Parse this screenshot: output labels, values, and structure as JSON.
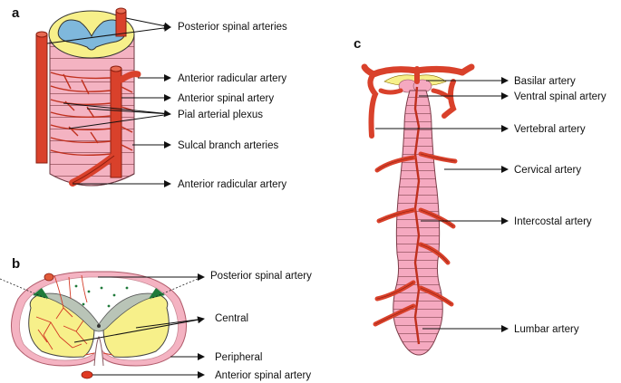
{
  "panels": {
    "a": {
      "letter": "a",
      "labels": {
        "posterior_spinal_arteries": "Posterior spinal arteries",
        "anterior_radicular_artery_top": "Anterior radicular artery",
        "anterior_spinal_artery": "Anterior spinal artery",
        "pial_arterial_plexus": "Pial arterial plexus",
        "sulcal_branch_arteries": "Sulcal branch arteries",
        "anterior_radicular_artery_bottom": "Anterior radicular artery"
      }
    },
    "b": {
      "letter": "b",
      "labels": {
        "posterior_spinal_artery": "Posterior spinal artery",
        "central": "Central",
        "peripheral": "Peripheral",
        "anterior_spinal_artery": "Anterior spinal artery"
      }
    },
    "c": {
      "letter": "c",
      "labels": {
        "basilar_artery": "Basilar artery",
        "ventral_spinal_artery": "Ventral spinal artery",
        "vertebral_artery": "Vertebral artery",
        "cervical_artery": "Cervical artery",
        "intercostal_artery": "Intercostal artery",
        "lumbar_artery": "Lumbar artery"
      }
    }
  },
  "colors": {
    "artery_red": "#d9412b",
    "artery_dark": "#8a1e10",
    "cord_pink": "#f4b3c2",
    "grey_matter_yellow": "#f7f08a",
    "grey_matter_blue": "#7fb8dc",
    "sector_green": "#1f7a3a"
  }
}
